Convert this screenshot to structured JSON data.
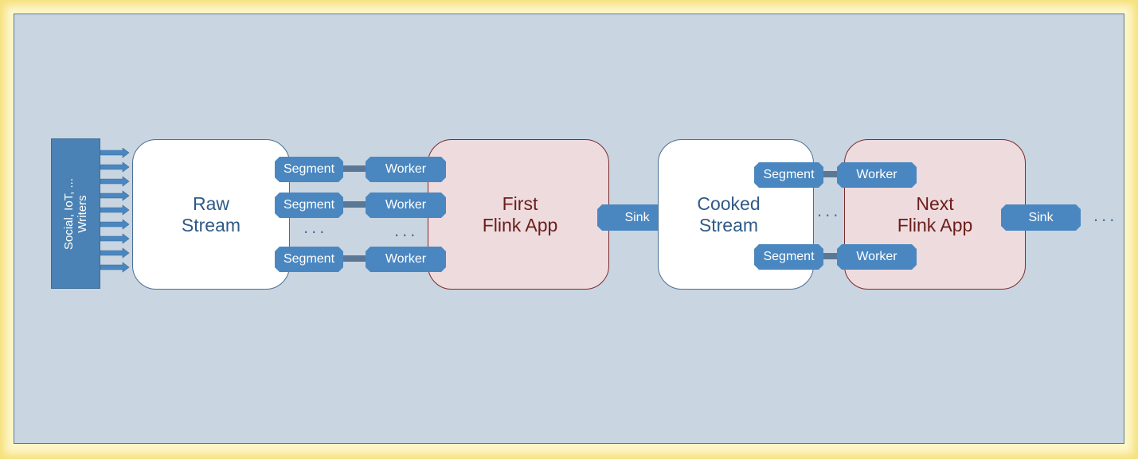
{
  "writers": {
    "label": "Social, IoT, ...\nWriters"
  },
  "raw_stream": {
    "line1": "Raw",
    "line2": "Stream"
  },
  "first_app": {
    "line1": "First",
    "line2": "Flink App"
  },
  "cooked_stream": {
    "line1": "Cooked",
    "line2": "Stream"
  },
  "next_app": {
    "line1": "Next",
    "line2": "Flink App"
  },
  "labels": {
    "segment": "Segment",
    "worker": "Worker",
    "sink": "Sink",
    "ellipsis": "..."
  },
  "colors": {
    "background": "#c9d5e1",
    "stream_border": "#4a6f95",
    "app_fill": "#eedbde",
    "app_border": "#7a2c2c",
    "pill_fill": "#4a87c0",
    "writers_fill": "#4a82b5"
  }
}
